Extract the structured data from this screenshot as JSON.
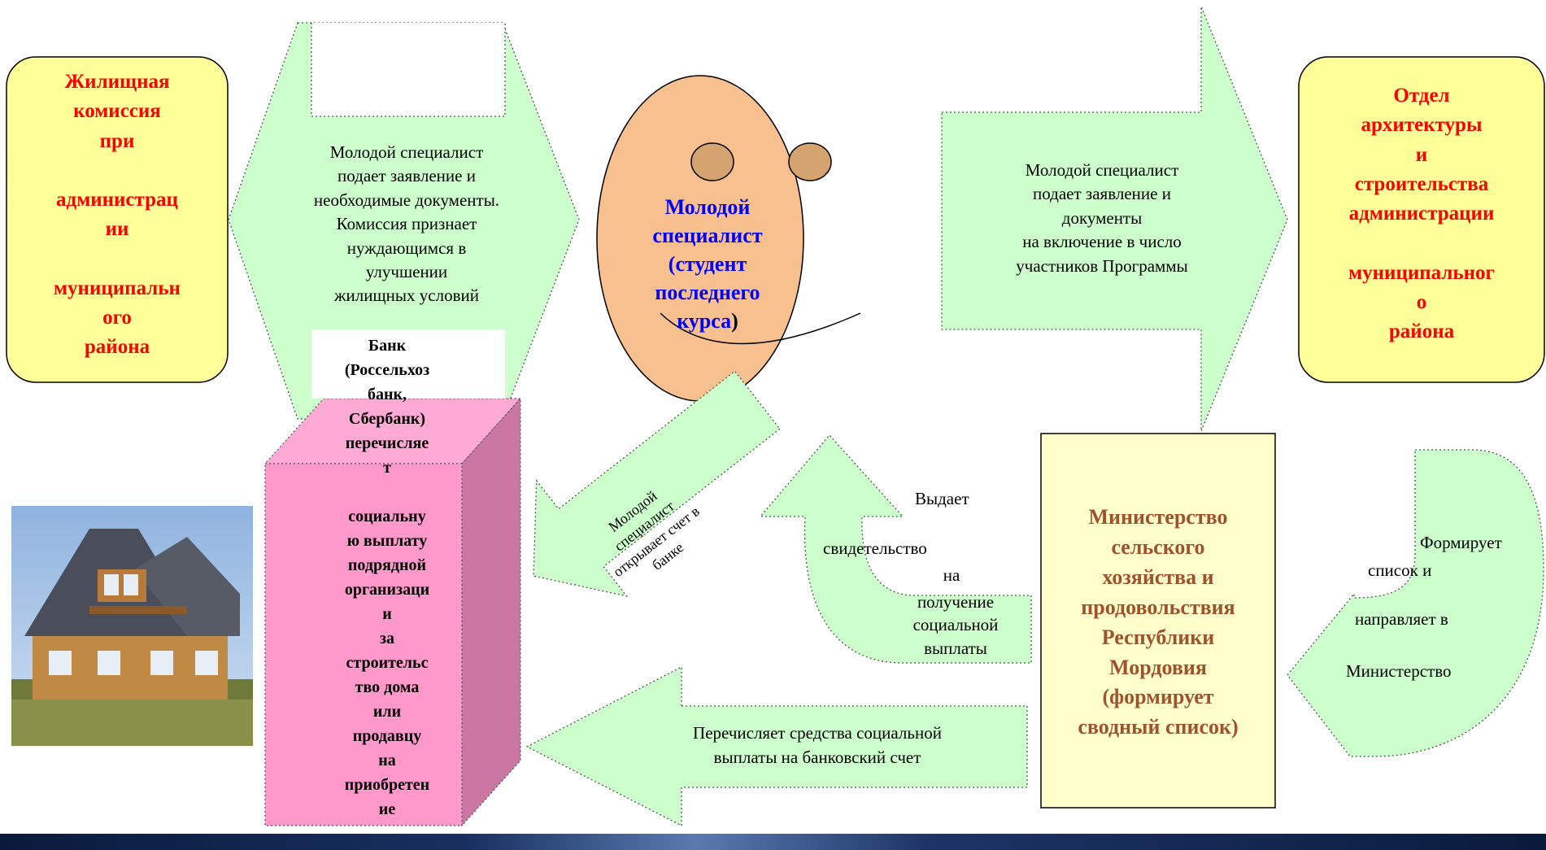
{
  "colors": {
    "yellow_box": "#ffff99",
    "green_arrow": "#ccffcc",
    "pink_bank": "#ff99cc",
    "face": "#f9c08f",
    "red_text": "#ff0000",
    "brown_text": "#a0522d",
    "blue_text": "#0000ff"
  },
  "boxes": {
    "commission": "Жилищная\nкомиссия\nпри\n\nадминистрац\nии\n\nмуниципальн\nого\nрайона",
    "architecture": "Отдел\nархитектуры\nи\nстроительства\nадминистрации\n\nмуниципальног\nо\nрайона",
    "ministry": "Министерство\nсельского\nхозяйства и\nпродовольствия\nРеспублики\nМордовия\n(формирует\nсводный список)",
    "bank": "Банк\n(Россельхоз\nбанк,\nСбербанк)\nперечисляе\nт\n\nсоциальну\nю выплату\nподрядной\nорганизаци\nи\nза\nстроительс\nтво дома\nили\nпродавцу\nна\nприобретен\nие"
  },
  "face": {
    "label_part1": "Молодой\nспециалист\n(студент\nпоследнего\nкурса",
    "label_part2": ")"
  },
  "arrows": {
    "apply_commission": "Молодой специалист\nподает заявление и\nнеобходимые документы.\nКомиссия признает\nнуждающимся в\nулучшении\nжилищных условий",
    "apply_program": "Молодой специалист\nподает заявление и\nдокументы\nна включение в число\nучастников Программы",
    "open_account": "Молодой\nспециалист\nоткрывает счет в\nбанке",
    "certificate_1": "Выдает",
    "certificate_2": "свидетельство",
    "certificate_3": "на",
    "certificate_4": "получение\nсоциальной\nвыплаты",
    "forms_list_1": "Формирует",
    "forms_list_2": "список и",
    "forms_list_3": "направляет в",
    "forms_list_4": "Министерство",
    "transfer": "Перечисляет средства социальной\nвыплаты на банковский счет"
  },
  "image": {
    "icon": "house-photo"
  }
}
